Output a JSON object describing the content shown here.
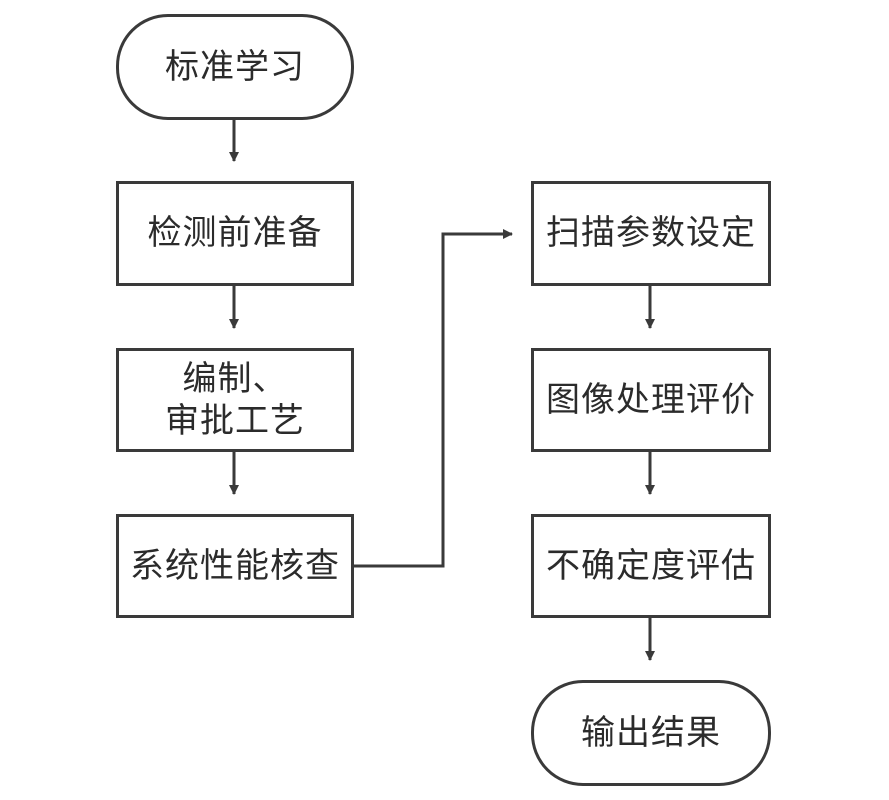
{
  "diagram": {
    "line_color": "#3a3a3a",
    "nodes": {
      "start": "标准学习",
      "prep": "检测前准备",
      "craft": {
        "line1": "编制、",
        "line2": "审批工艺"
      },
      "syscheck": "系统性能核查",
      "scan": "扫描参数设定",
      "image": "图像处理评价",
      "uncert": "不确定度评估",
      "output": "输出结果"
    }
  }
}
